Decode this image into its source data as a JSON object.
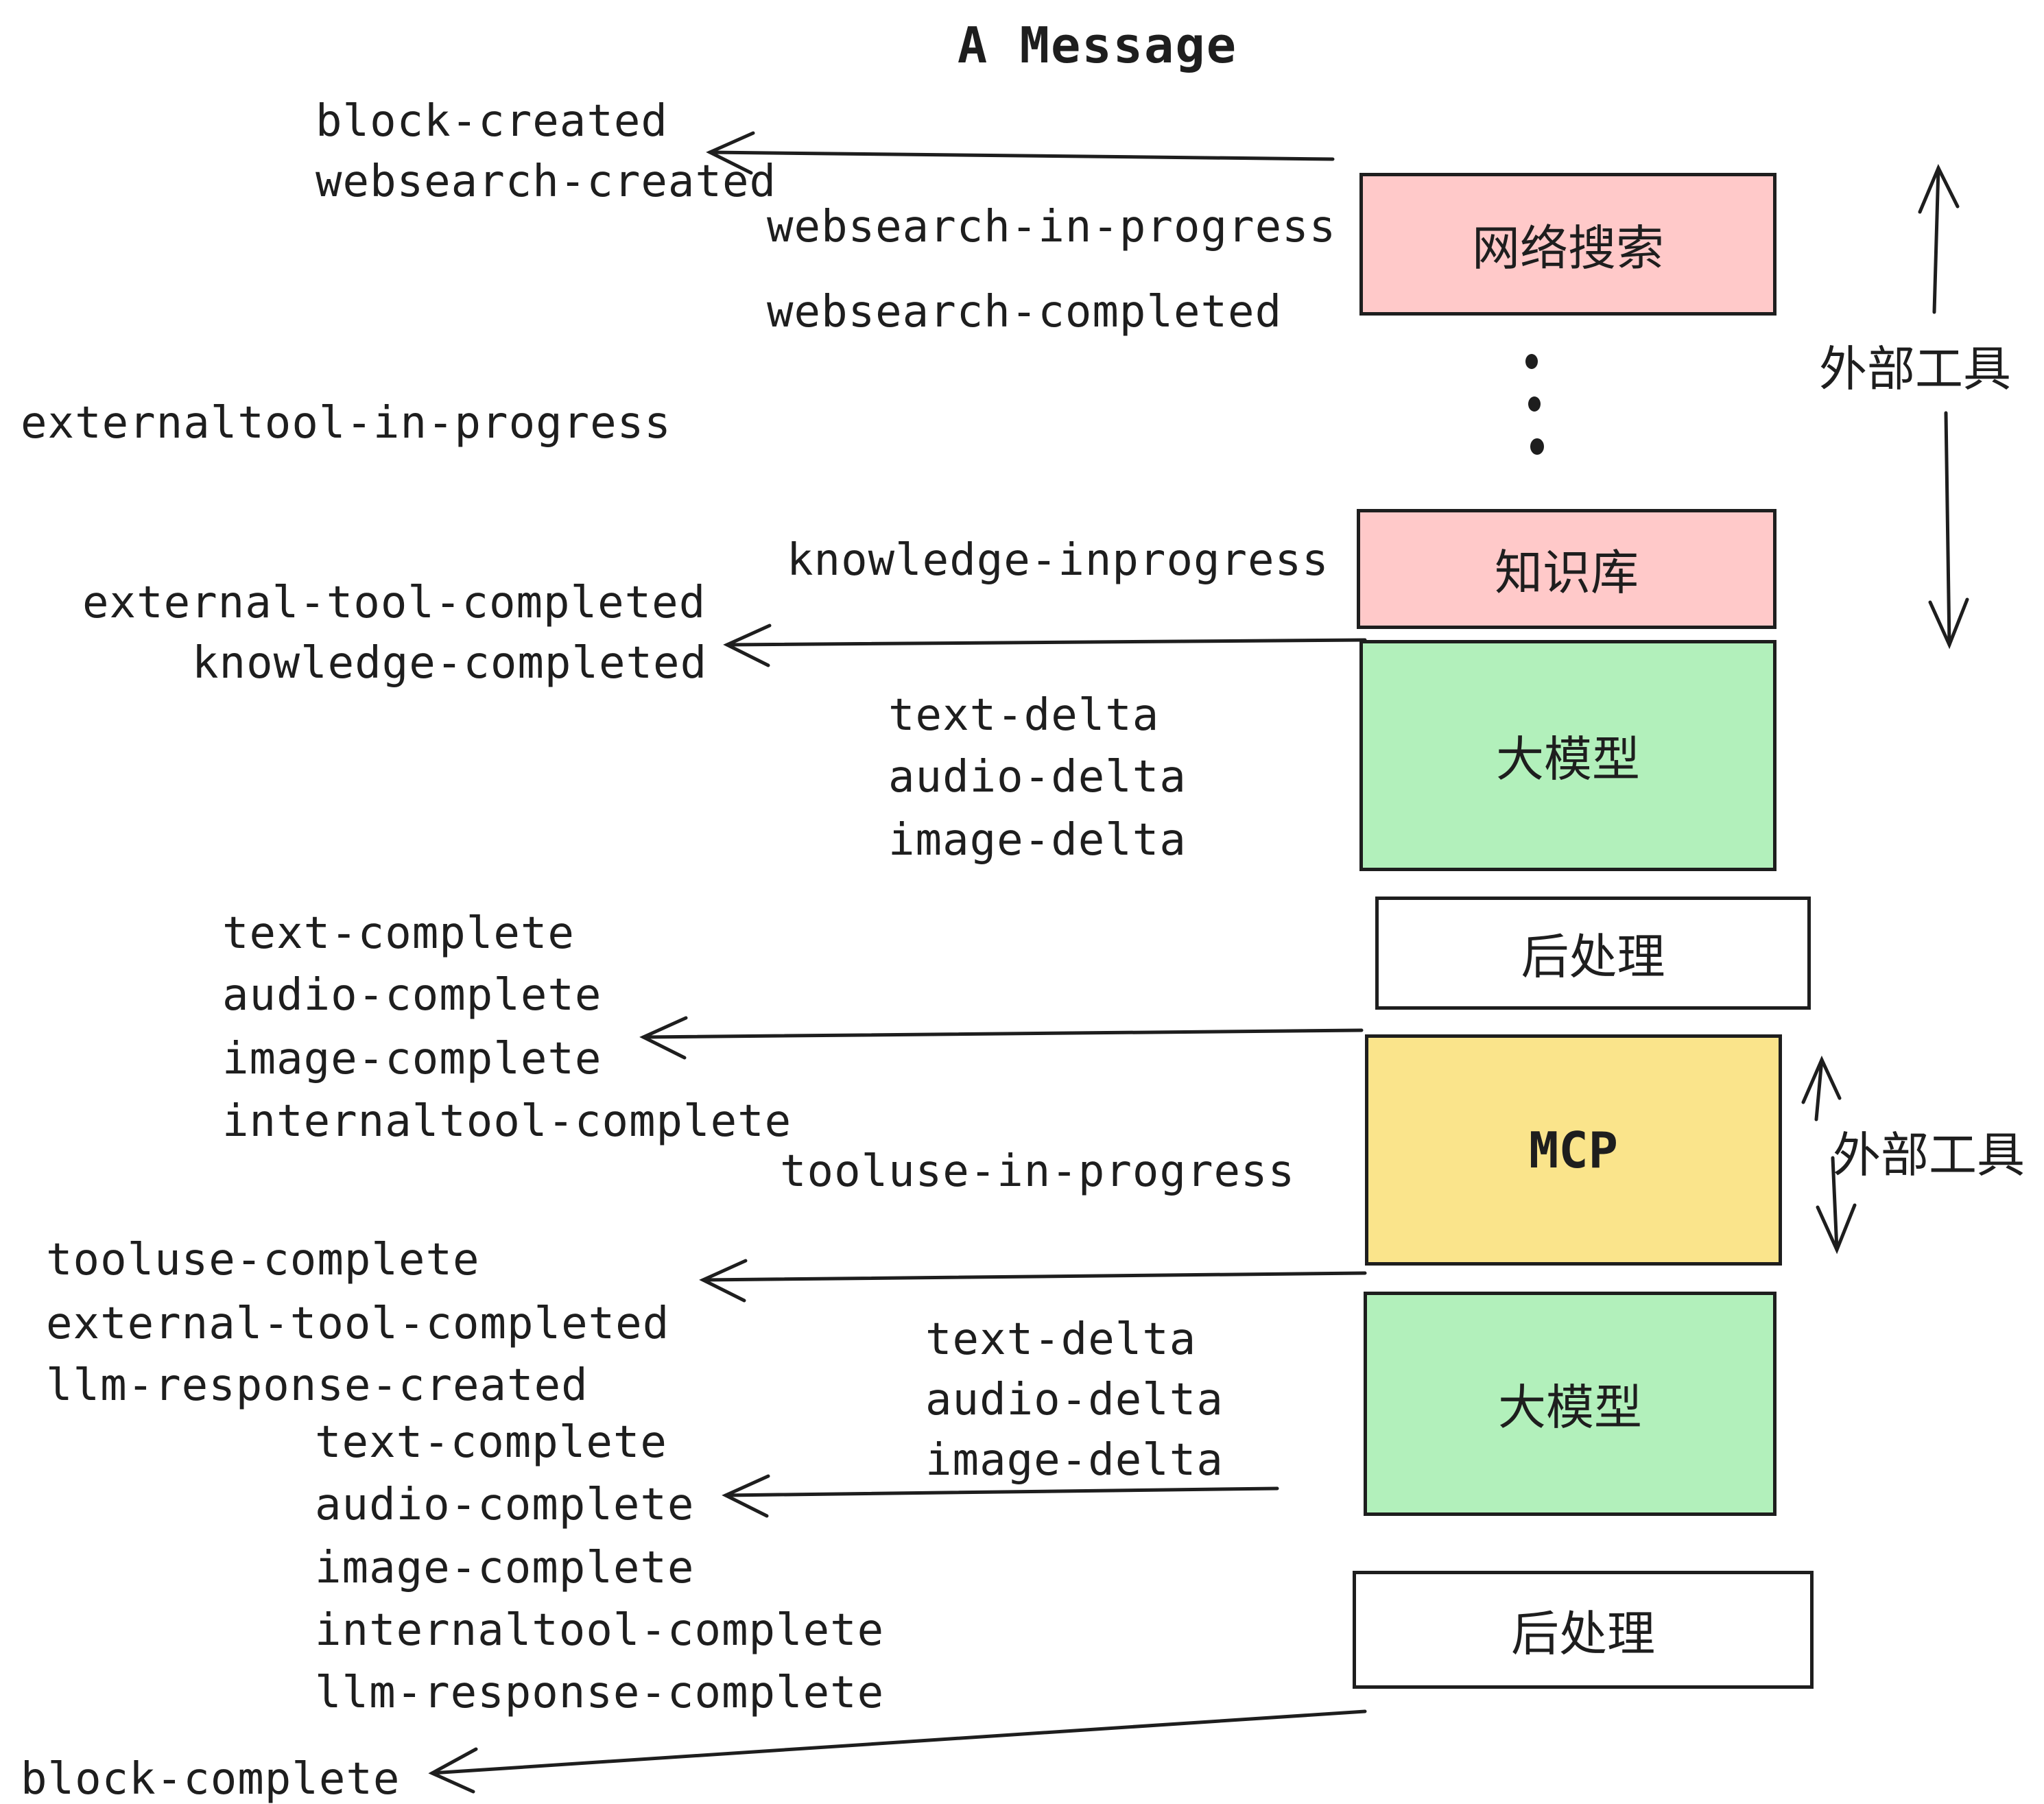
{
  "title": "A Message",
  "colors": {
    "ink": "#1e1e1e",
    "pink": "#ffc9c9",
    "green": "#b2f0bb",
    "yellow": "#fae48b",
    "white": "#ffffff"
  },
  "boxes": [
    {
      "id": "websearch",
      "label": "网络搜索",
      "fill": "#ffc9c9"
    },
    {
      "id": "knowledge",
      "label": "知识库",
      "fill": "#ffc9c9"
    },
    {
      "id": "llm-1",
      "label": "大模型",
      "fill": "#b2f0bb"
    },
    {
      "id": "postprocess-1",
      "label": "后处理",
      "fill": "#ffffff"
    },
    {
      "id": "mcp",
      "label": "MCP",
      "fill": "#fae48b"
    },
    {
      "id": "llm-2",
      "label": "大模型",
      "fill": "#b2f0bb"
    },
    {
      "id": "postprocess-2",
      "label": "后处理",
      "fill": "#ffffff"
    }
  ],
  "side_labels": {
    "external_tools_top": "外部工具",
    "external_tools_mid": "外部工具"
  },
  "events": {
    "block_created": "block-created",
    "websearch_created": "websearch-created",
    "websearch_in_progress": "websearch-in-progress",
    "websearch_completed": "websearch-completed",
    "externaltool_in_progress": "externaltool-in-progress",
    "knowledge_inprogress": "knowledge-inprogress",
    "external_tool_completed_1": "external-tool-completed",
    "knowledge_completed": "knowledge-completed",
    "text_delta_1": "text-delta",
    "audio_delta_1": "audio-delta",
    "image_delta_1": "image-delta",
    "text_complete_1": "text-complete",
    "audio_complete_1": "audio-complete",
    "image_complete_1": "image-complete",
    "internaltool_complete_1": "internaltool-complete",
    "tooluse_in_progress": "tooluse-in-progress",
    "tooluse_complete": "tooluse-complete",
    "external_tool_completed_2": "external-tool-completed",
    "llm_response_created": "llm-response-created",
    "text_complete_2": "text-complete",
    "audio_complete_2": "audio-complete",
    "image_complete_2": "image-complete",
    "internaltool_complete_2": "internaltool-complete",
    "llm_response_complete": "llm-response-complete",
    "text_delta_2": "text-delta",
    "audio_delta_2": "audio-delta",
    "image_delta_2": "image-delta",
    "block_complete": "block-complete"
  }
}
